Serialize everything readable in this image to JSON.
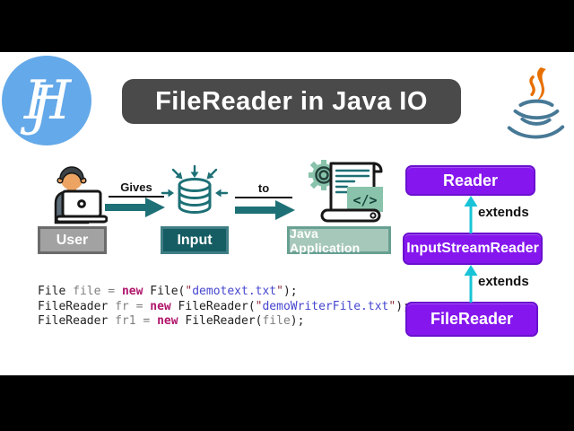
{
  "header": {
    "logo_monogram_left": "J",
    "logo_monogram_right": "H",
    "title": "FileReader in Java IO"
  },
  "flow": {
    "user_label": "User",
    "gives_label": "Gives",
    "input_label": "Input",
    "to_label": "to",
    "java_app_label": "Java Application",
    "code_glyph": "</>"
  },
  "code": {
    "lines": [
      [
        {
          "c": "t",
          "t": "File"
        },
        {
          "c": "p",
          "t": " "
        },
        {
          "c": "v",
          "t": "file"
        },
        {
          "c": "o",
          "t": " = "
        },
        {
          "c": "k",
          "t": "new"
        },
        {
          "c": "p",
          "t": " File("
        },
        {
          "c": "q",
          "t": "\""
        },
        {
          "c": "s",
          "t": "demotext.txt"
        },
        {
          "c": "q",
          "t": "\""
        },
        {
          "c": "p",
          "t": ");"
        }
      ],
      [
        {
          "c": "t",
          "t": "FileReader"
        },
        {
          "c": "p",
          "t": " "
        },
        {
          "c": "v",
          "t": "fr"
        },
        {
          "c": "o",
          "t": " = "
        },
        {
          "c": "k",
          "t": "new"
        },
        {
          "c": "p",
          "t": " FileReader("
        },
        {
          "c": "q",
          "t": "\""
        },
        {
          "c": "s",
          "t": "demoWriterFile.txt"
        },
        {
          "c": "q",
          "t": "\""
        },
        {
          "c": "p",
          "t": ");"
        }
      ],
      [
        {
          "c": "t",
          "t": "FileReader"
        },
        {
          "c": "p",
          "t": " "
        },
        {
          "c": "v",
          "t": "fr1"
        },
        {
          "c": "o",
          "t": " = "
        },
        {
          "c": "k",
          "t": "new"
        },
        {
          "c": "p",
          "t": " FileReader("
        },
        {
          "c": "v",
          "t": "file"
        },
        {
          "c": "p",
          "t": ");"
        }
      ]
    ]
  },
  "hierarchy": {
    "boxes": [
      "Reader",
      "InputStreamReader",
      "FileReader"
    ],
    "edge_label": "extends"
  },
  "colors": {
    "accent_teal": "#1d7076",
    "title_badge_bg": "#4a4a4a",
    "logo_blue": "#64a9e9",
    "hierarchy_purple": "#8517ee",
    "arrow_cyan": "#19c3d7",
    "java_logo_orange": "#e76f00",
    "java_logo_blue": "#477996",
    "badge_user_bg": "#a2a2a2",
    "badge_input_bg": "#155d63",
    "badge_app_bg": "#a6c8ba",
    "code_keyword": "#b0156b",
    "code_string": "#4646cf"
  }
}
